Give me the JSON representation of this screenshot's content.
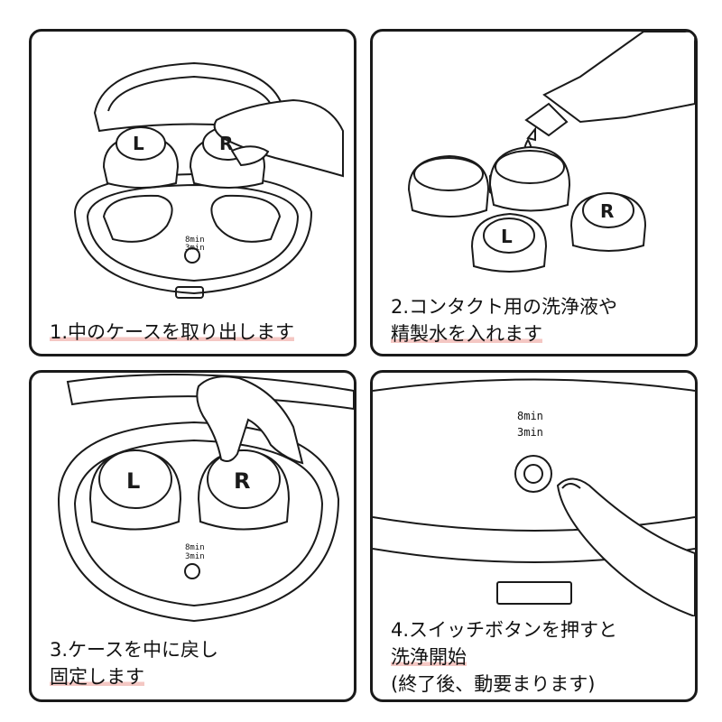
{
  "panels": [
    {
      "step": "1",
      "lines": [
        "1.中のケースを取り出します"
      ]
    },
    {
      "step": "2",
      "lines": [
        "2.コンタクト用の洗浄液や",
        "精製水を入れます"
      ]
    },
    {
      "step": "3",
      "lines": [
        "3.ケースを中に戻し",
        "固定します"
      ]
    },
    {
      "step": "4",
      "lines": [
        "4.スイッチボタンを押すと",
        "洗浄開始",
        "(終了後、動要まります)"
      ]
    }
  ],
  "lens_labels": {
    "left": "L",
    "right": "R"
  },
  "timer_labels": {
    "first": "8min",
    "second": "3min"
  },
  "colors": {
    "line": "#1a1a1a",
    "highlight": "#f4c7c3",
    "background": "#ffffff"
  }
}
